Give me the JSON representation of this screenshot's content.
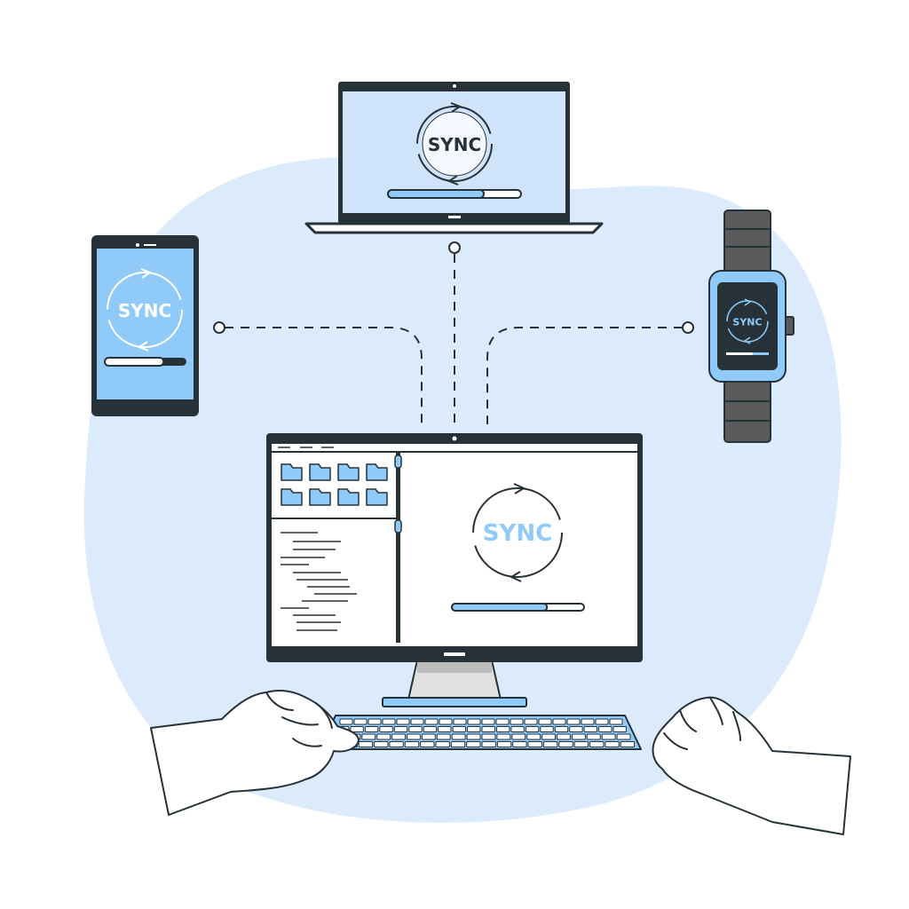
{
  "scene": {
    "laptop": {
      "sync_label": "SYNC",
      "progress": 0.72
    },
    "phone": {
      "sync_label": "SYNC",
      "progress": 0.72
    },
    "watch": {
      "sync_label": "SYNC",
      "progress": 0.62
    },
    "desktop": {
      "sync_label": "SYNC",
      "progress": 0.72
    }
  },
  "colors": {
    "dark": "#263238",
    "blob": "#dcebfb",
    "accent": "#90caf9",
    "screen_light": "#cfe3fa",
    "watch_band": "#5a5a5a",
    "paper": "#ffffff"
  },
  "icons": [
    "sync-arrows-icon",
    "folder-icon",
    "camera-dot-icon"
  ]
}
